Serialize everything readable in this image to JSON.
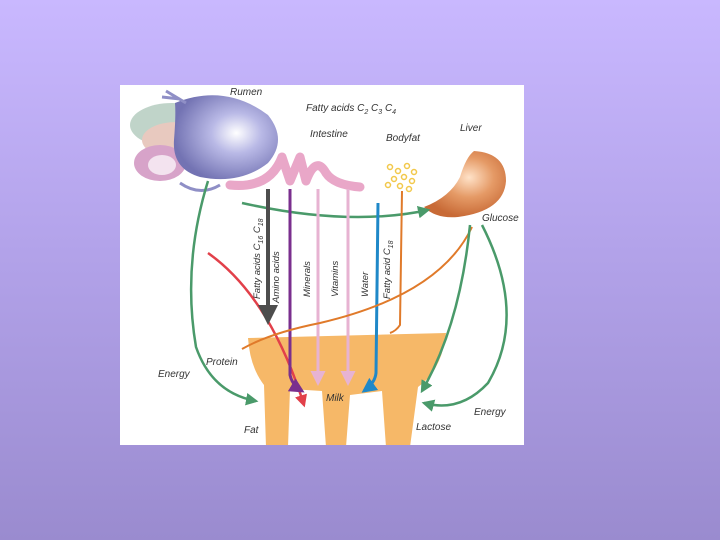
{
  "colors": {
    "background_top": "#c9b8ff",
    "background_bottom": "#9a8bcf",
    "panel": "#ffffff",
    "udder": "#f6b868",
    "rumen": "#8f8fc6",
    "intestine": "#e9a7c8",
    "liver": "#d9824d",
    "bodyfat": "#f2c84a",
    "arrow_green": "#4a9a6a",
    "arrow_red": "#e2404a",
    "arrow_purple": "#7a2f8e",
    "arrow_pink": "#e7b3d2",
    "arrow_blue": "#1f88c8",
    "arrow_orange": "#e07a2a",
    "arrow_gray": "#4d4d4d"
  },
  "diagram": {
    "labels": {
      "rumen": "Rumen",
      "fatty_acids_short": "Fatty acids C",
      "fatty_acids_short_subscripts": [
        "2",
        "3",
        "4"
      ],
      "intestine": "Intestine",
      "bodyfat": "Bodyfat",
      "liver": "Liver",
      "glucose": "Glucose",
      "fatty_acids_long": "Fatty acids C",
      "fatty_acids_long_subscripts": [
        "16",
        "18"
      ],
      "amino_acids": "Amino acids",
      "minerals": "Minerals",
      "vitamins": "Vitamins",
      "water": "Water",
      "fatty_acid_c18": "Fatty acid C",
      "fatty_acid_c18_subscript": "18",
      "energy_left": "Energy",
      "protein": "Protein",
      "milk": "Milk",
      "fat": "Fat",
      "lactose": "Lactose",
      "energy_right": "Energy"
    }
  }
}
